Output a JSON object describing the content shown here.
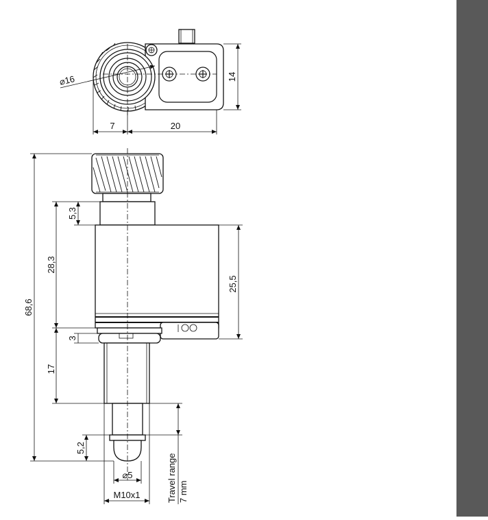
{
  "top_view": {
    "diameter_label": "⌀16",
    "height_label": "14",
    "left_width_label": "7",
    "right_width_label": "20"
  },
  "side_view": {
    "overall_height_label": "68,6",
    "upper_height_label": "28,3",
    "collar_height_label": "5,3",
    "body_height_label": "25,5",
    "ring_height_label": "3",
    "shaft_height_label": "17",
    "tip_height_label": "5,2",
    "tip_diameter_label": "⌀5",
    "thread_label": "M10x1",
    "travel_range_label": "Travel range",
    "travel_range_value": "7 mm"
  }
}
